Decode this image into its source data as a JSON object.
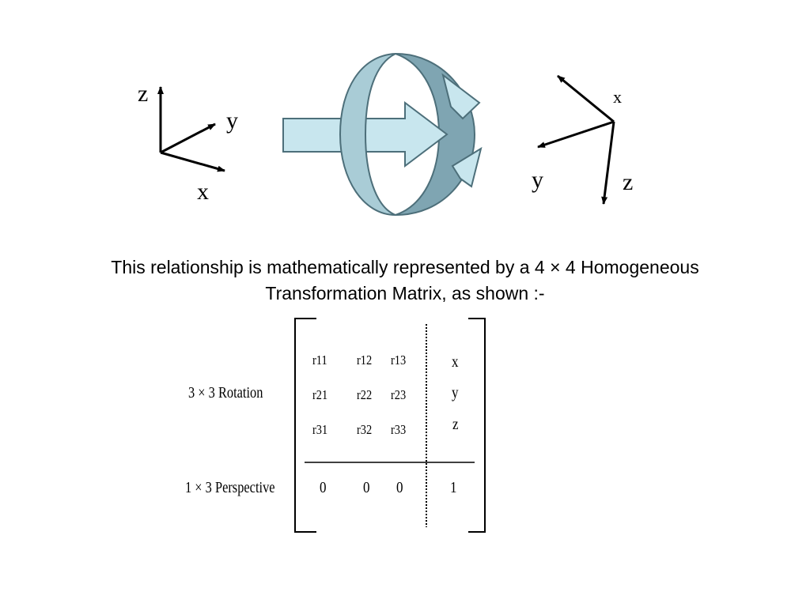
{
  "left_frame": {
    "z": "z",
    "y": "y",
    "x": "x"
  },
  "right_frame": {
    "x": "x",
    "y": "y",
    "z": "z"
  },
  "caption": {
    "line1": "This relationship is mathematically represented by a 4 × 4 Homogeneous",
    "line2": "Transformation Matrix, as shown :-"
  },
  "matrix": {
    "row_labels": {
      "rotation": "3 × 3 Rotation",
      "perspective": "1 × 3 Perspective"
    },
    "rotation": [
      [
        "r11",
        "r12",
        "r13"
      ],
      [
        "r21",
        "r22",
        "r23"
      ],
      [
        "r31",
        "r32",
        "r33"
      ]
    ],
    "translation": [
      "x",
      "y",
      "z"
    ],
    "perspective": [
      "0",
      "0",
      "0"
    ],
    "scale": "1"
  },
  "colors": {
    "arrow_fill": "#c8e6ee",
    "ring_front": "#a9ccd6",
    "ring_back": "#7fa5b2",
    "stroke": "#4d6f7a"
  }
}
